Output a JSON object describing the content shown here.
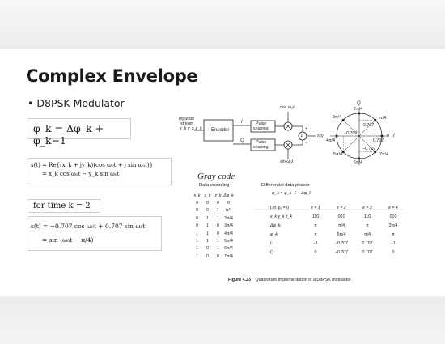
{
  "slide": {
    "title": "Complex Envelope",
    "bullet_marker": "•",
    "bullet_text": "D8PSK Modulator"
  },
  "equations": {
    "eq1": "φ_k = Δφ_k + φ_k−1",
    "eq2_line1": "s(t) = Re{(x_k + jy_k)(cos ω₀t + j sin ω₀t)}",
    "eq2_line2": "= x_k cos ω₀t − y_k sin ω₀t",
    "eq3": "for  time  k = 2",
    "eq4_line1": "s(t) = −0.707 cos ω₀t + 0.707 sin ω₀t",
    "eq4_line2": "= sin (ω₀t − π/4)"
  },
  "figure": {
    "input_label_1": "Input bit",
    "input_label_2": "stream",
    "input_label_3": "x_k y_k z_k",
    "encoder": "Encoder",
    "i_label": "I",
    "q_label": "Q",
    "pulse_shaping_1": "Pulse",
    "pulse_shaping_2": "shaping",
    "cos_label": "cos ω₀t",
    "sin_label": "sin ω₀t",
    "plus": "+",
    "minus": "−",
    "sum": "Σ",
    "output": "s(t)",
    "constellation": {
      "q_axis": "Q",
      "i_axis": "I",
      "points": [
        "0",
        "π/4",
        "2π/4",
        "3π/4",
        "4π/4",
        "5π/4",
        "6π/4",
        "7π/4"
      ],
      "v_top": "0.707",
      "v_left": "−0.707",
      "v_right": "0.707",
      "v_bottom": "−0.707"
    },
    "gray_code": "Gray code",
    "data_encoding": "Data encoding",
    "differential_phasor": "Differential data phasor",
    "phasor_formula": "φ_k = φ_k−1 + Δφ_k",
    "encoding_headers": [
      "x_k",
      "y_k",
      "z_k",
      "Δφ_k"
    ],
    "encoding_rows": [
      [
        "0",
        "0",
        "0",
        "0"
      ],
      [
        "0",
        "0",
        "1",
        "π/4"
      ],
      [
        "0",
        "1",
        "1",
        "2π/4"
      ],
      [
        "0",
        "1",
        "0",
        "3π/4"
      ],
      [
        "1",
        "1",
        "0",
        "4π/4"
      ],
      [
        "1",
        "1",
        "1",
        "5π/4"
      ],
      [
        "1",
        "0",
        "1",
        "6π/4"
      ],
      [
        "1",
        "0",
        "0",
        "7π/4"
      ]
    ],
    "phasor_headers": [
      "Let φ₀ = 0",
      "k = 1",
      "k = 2",
      "k = 3",
      "k = 4"
    ],
    "phasor_rows": [
      [
        "x_k y_k z_k",
        "110",
        "001",
        "110",
        "010"
      ],
      [
        "Δφ_k:",
        "π",
        "π/4",
        "π",
        "3π/4"
      ],
      [
        "φ_k:",
        "π",
        "5π/4",
        "π/4",
        "π"
      ],
      [
        "I:",
        "−1",
        "−0.707",
        "0.707",
        "−1"
      ],
      [
        "Q:",
        "0",
        "−0.707",
        "0.707",
        "0"
      ]
    ],
    "caption_label": "Figure 4.23",
    "caption_text": "Quadrature implementation of a D8PSK modulator."
  }
}
